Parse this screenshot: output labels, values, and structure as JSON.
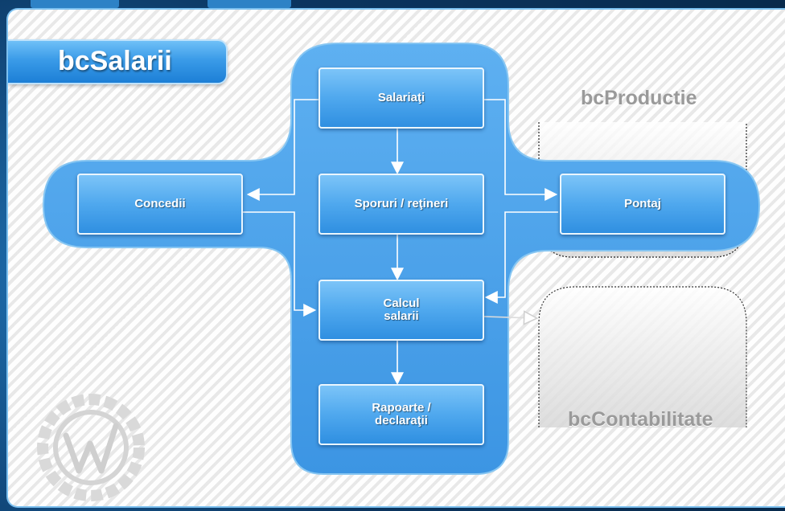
{
  "app": {
    "title": "bcSalarii"
  },
  "modules": {
    "salariati": "Salariaţi",
    "concedii": "Concedii",
    "sporuri": "Sporuri / reţineri",
    "pontaj": "Pontaj",
    "calcul": "Calcul\nsalarii",
    "rapoarte": "Rapoarte /\ndeclaraţii"
  },
  "external": {
    "productie": "bcProductie",
    "contabilitate": "bcContabilitate"
  },
  "colors": {
    "accent": "#3a9be8",
    "cross_fill": "#4fa2ea",
    "external_label": "#9a9a9a"
  },
  "icons": {
    "logo": "w-gear-logo-icon"
  }
}
